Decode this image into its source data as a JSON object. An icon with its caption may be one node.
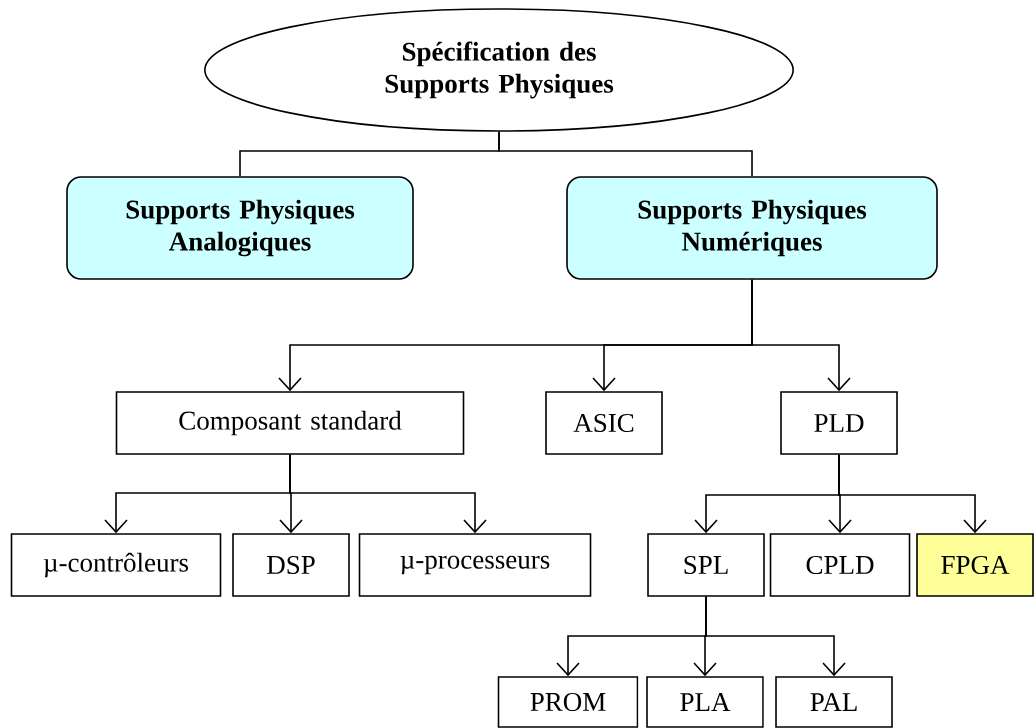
{
  "diagram": {
    "nodes": [
      {
        "text": [
          "Spécification des Supports Physiques"
        ]
      },
      {
        "text": [
          "Supports Physiques Analogiques"
        ]
      },
      {
        "text": [
          "Supports Physiques Numériques"
        ]
      },
      {
        "text": [
          "Composant  standard"
        ]
      },
      {
        "text": [
          "ASIC"
        ]
      },
      {
        "text": [
          "PLD"
        ]
      },
      {
        "text": [
          "µ-contrôleurs"
        ]
      },
      {
        "text": [
          "DSP"
        ]
      },
      {
        "text": [
          "µ-processeurs"
        ]
      },
      {
        "text": [
          "SPL"
        ]
      },
      {
        "text": [
          "CPLD"
        ]
      },
      {
        "text": [
          "FPGA"
        ]
      },
      {
        "text": [
          "PROM"
        ]
      },
      {
        "text": [
          "PLA"
        ]
      },
      {
        "text": [
          "PAL"
        ]
      }
    ],
    "edges": [
      {
        "from": 0,
        "to": 1,
        "arrow": "none"
      },
      {
        "from": 0,
        "to": 2,
        "arrow": "none"
      },
      {
        "from": 2,
        "to": 3,
        "arrow": "to"
      },
      {
        "from": 2,
        "to": 4,
        "arrow": "to"
      },
      {
        "from": 2,
        "to": 5,
        "arrow": "to"
      },
      {
        "from": 3,
        "to": 6,
        "arrow": "to"
      },
      {
        "from": 3,
        "to": 7,
        "arrow": "to"
      },
      {
        "from": 3,
        "to": 8,
        "arrow": "to"
      },
      {
        "from": 5,
        "to": 9,
        "arrow": "to"
      },
      {
        "from": 5,
        "to": 10,
        "arrow": "to"
      },
      {
        "from": 5,
        "to": 11,
        "arrow": "to"
      },
      {
        "from": 9,
        "to": 12,
        "arrow": "to"
      },
      {
        "from": 9,
        "to": 13,
        "arrow": "to"
      },
      {
        "from": 9,
        "to": 14,
        "arrow": "to"
      }
    ]
  }
}
